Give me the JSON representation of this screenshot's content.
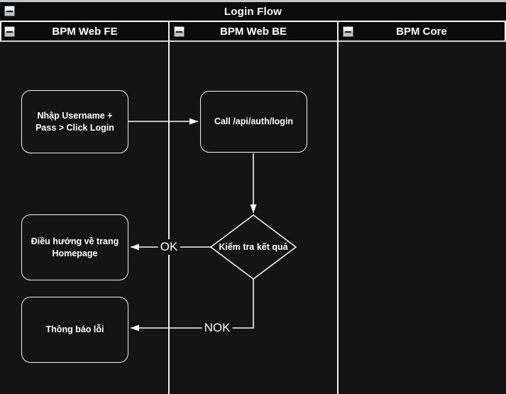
{
  "pool": {
    "title": "Login Flow"
  },
  "lanes": [
    {
      "label": "BPM Web FE"
    },
    {
      "label": "BPM Web BE"
    },
    {
      "label": "BPM Core"
    }
  ],
  "nodes": {
    "input": {
      "label": "Nhập Username +\nPass > Click Login"
    },
    "call_api": {
      "label": "Call /api/auth/login"
    },
    "decision": {
      "label": "Kiểm tra kết quả"
    },
    "homepage": {
      "label": "Điều hướng về trang\nHomepage"
    },
    "error": {
      "label": "Thông báo lỗi"
    }
  },
  "edges": {
    "ok_label": "OK",
    "nok_label": "NOK"
  },
  "colors": {
    "lane_fill": "#141414",
    "header_fill": "#0b0b0c",
    "border": "#f2f3f4",
    "text": "#ffffff"
  }
}
